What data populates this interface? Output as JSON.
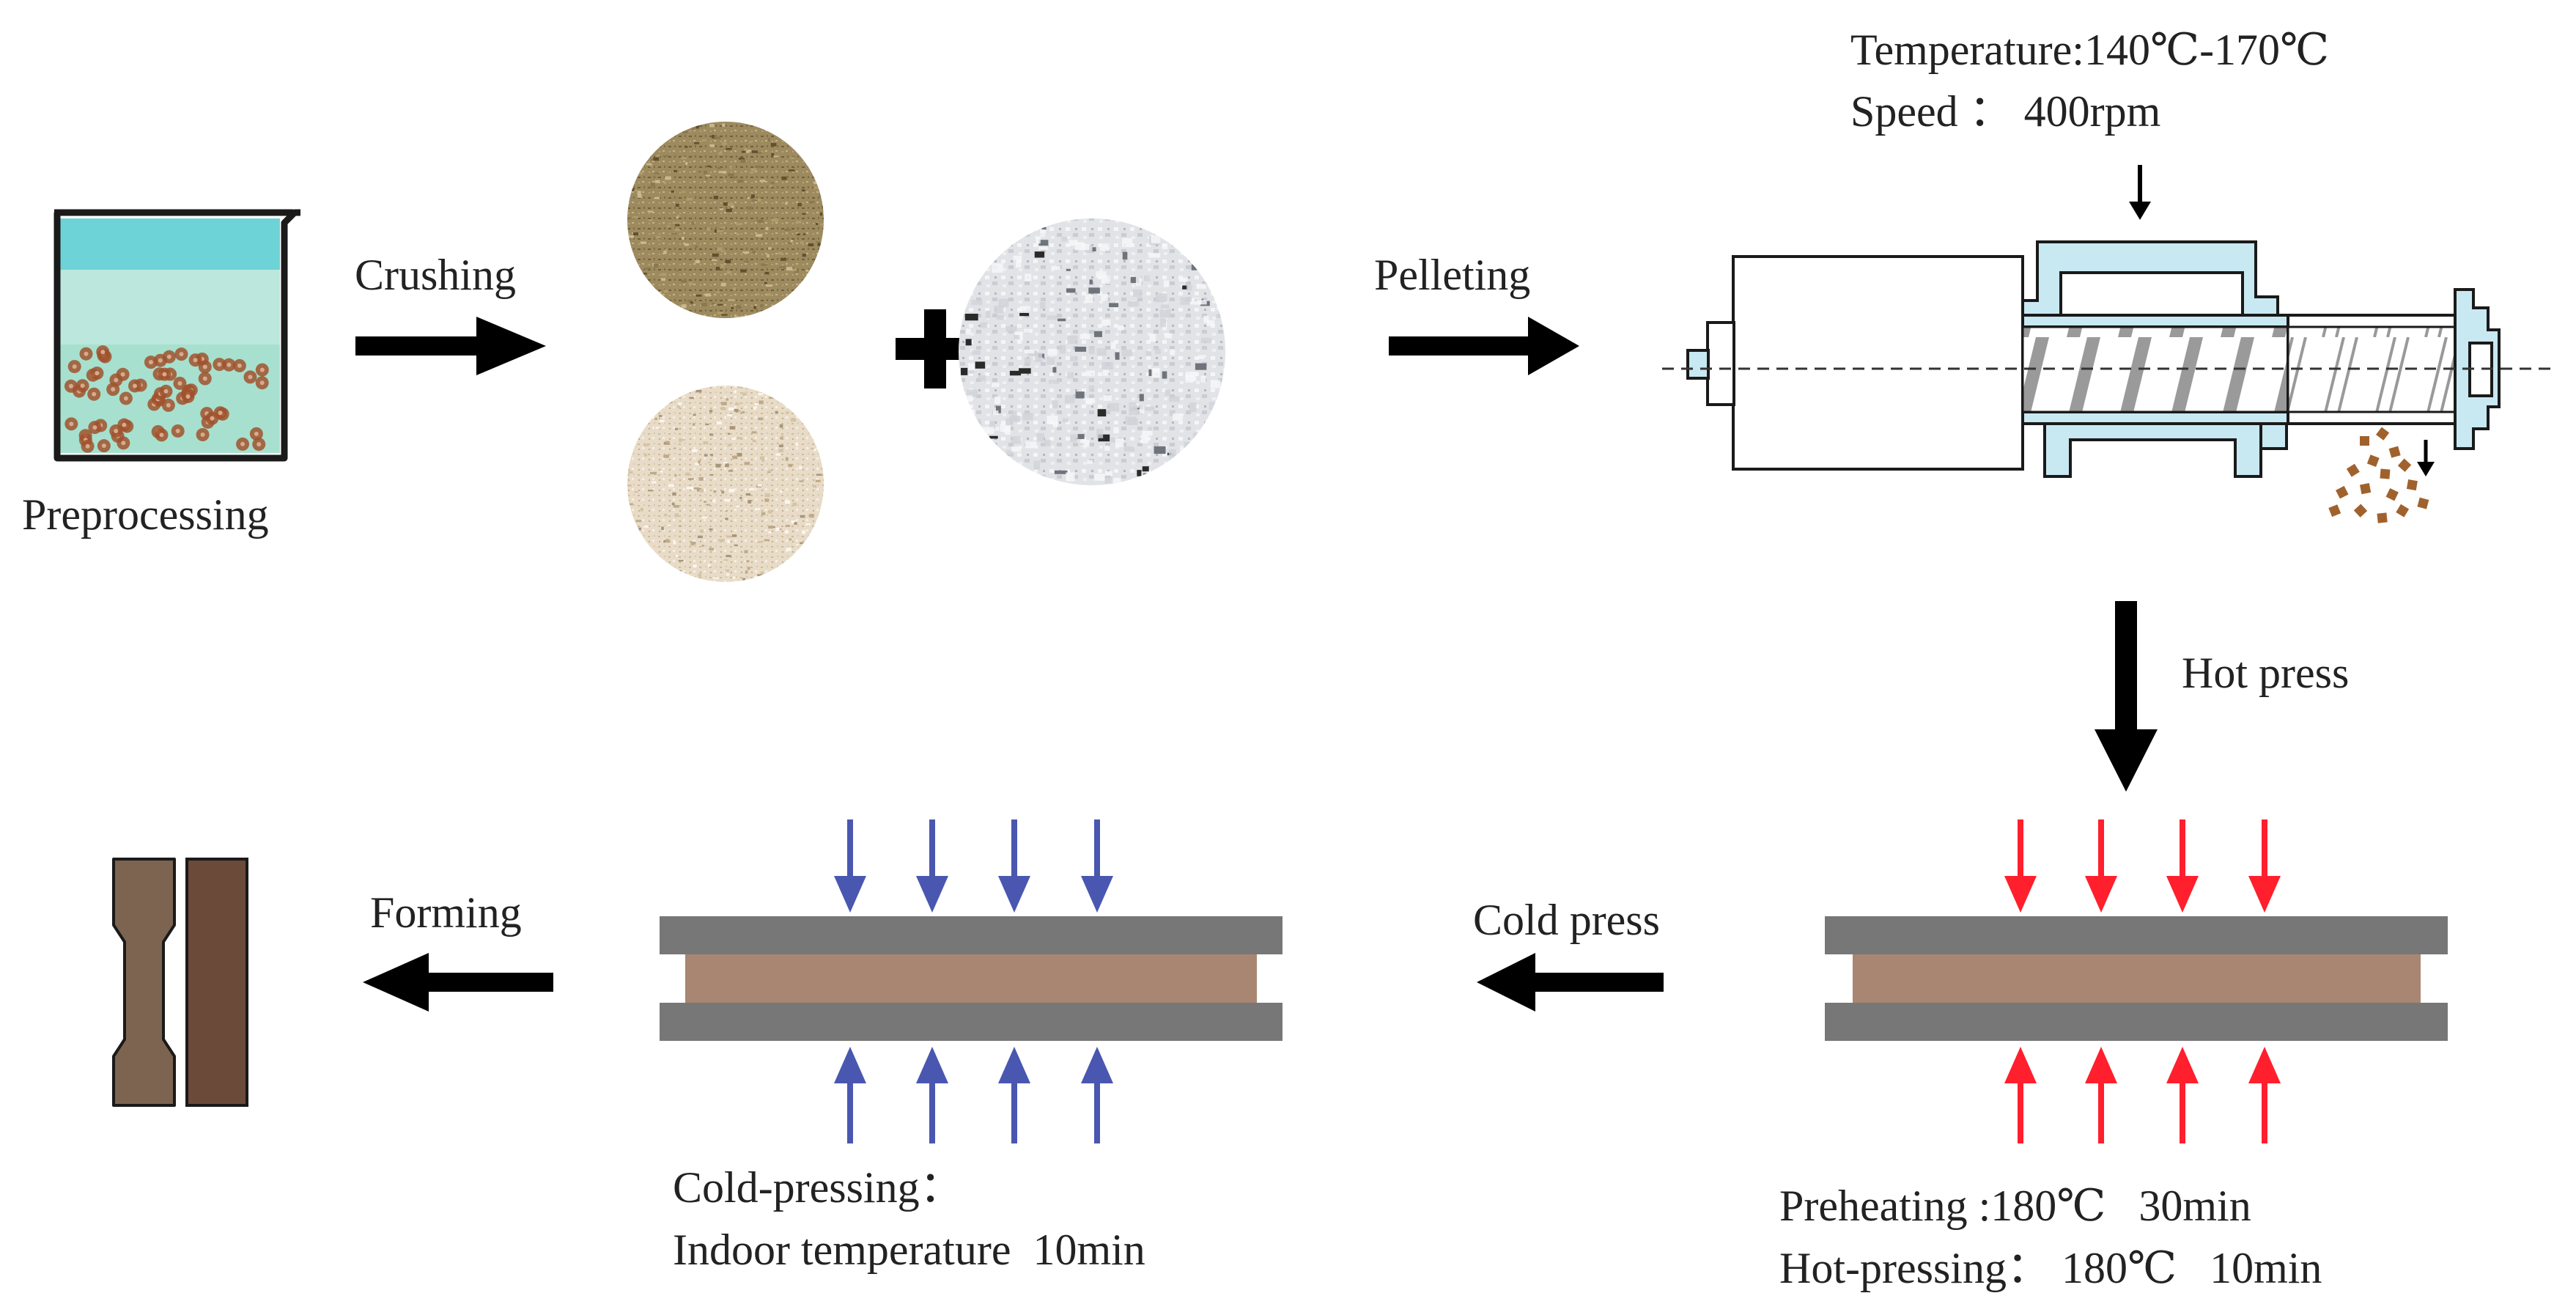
{
  "steps": {
    "preprocessing": "Preprocessing",
    "crushing": "Crushing",
    "pelleting": "Pelleting",
    "hot_press": "Hot press",
    "cold_press": "Cold press",
    "forming": "Forming"
  },
  "extruder": {
    "temperature": "Temperature:140℃-170℃",
    "speed": "Speed ： 400rpm"
  },
  "hot_press_params": {
    "preheating": "Preheating :180℃   30min",
    "hot_pressing": "Hot-pressing： 180℃   10min"
  },
  "cold_press_params": {
    "line1": "Cold-pressing：",
    "line2": "Indoor temperature  10min"
  },
  "plus_sign": "+",
  "colors": {
    "arrow": "#000000",
    "hot_arrow": "#ff1f2d",
    "cold_arrow": "#4a57b0",
    "plate": "#777777",
    "sheet": "#a88672",
    "extruder_body": "#c8e8f2",
    "beaker_top": "#6dd3d6",
    "beaker_liquid": "#a7e0cf",
    "pellet": "#a0522d",
    "specimen_light": "#7d6450",
    "specimen_dark": "#6b4a3a"
  }
}
